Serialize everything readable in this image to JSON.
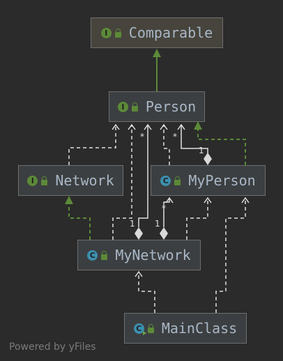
{
  "diagram": {
    "nodes": {
      "comparable": {
        "label": "Comparable",
        "kind": "I",
        "icon": "interface-icon"
      },
      "person": {
        "label": "Person",
        "kind": "I",
        "icon": "interface-icon"
      },
      "network": {
        "label": "Network",
        "kind": "I",
        "icon": "interface-icon"
      },
      "myperson": {
        "label": "MyPerson",
        "kind": "C",
        "icon": "class-icon"
      },
      "mynetwork": {
        "label": "MyNetwork",
        "kind": "C",
        "icon": "class-icon"
      },
      "mainclass": {
        "label": "MainClass",
        "kind": "C",
        "icon": "runnable-class-icon"
      }
    },
    "multiplicities": {
      "m1": "*",
      "m2": "*",
      "m3": "1",
      "m4": "*",
      "m5": "1",
      "m6": "1"
    }
  },
  "footer": {
    "text": "Powered by yFiles"
  },
  "colors": {
    "background": "#2b2b2b",
    "node_fill": "#3c3f41",
    "text": "#a9b7c6",
    "inherit_green": "#5c8a38",
    "class_badge": "#3d8fae",
    "line": "#e0e0e0"
  }
}
